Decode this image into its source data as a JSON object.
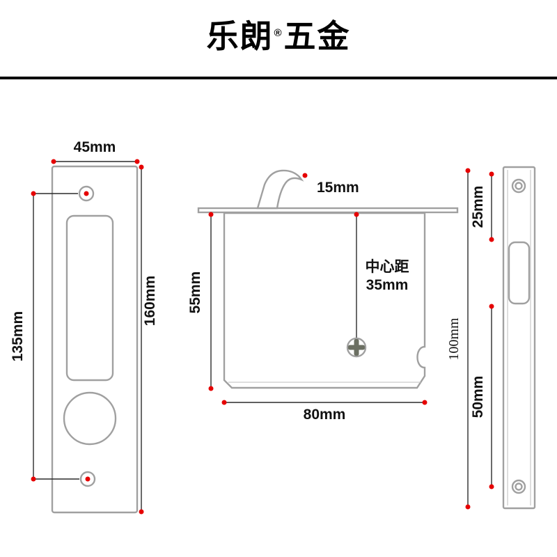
{
  "header": {
    "brand": "乐朗",
    "registered_mark": "®",
    "brand_suffix": "五金"
  },
  "faceplate": {
    "width_label": "45mm",
    "hole_spacing_label": "135mm",
    "height_label": "160mm"
  },
  "lock_body": {
    "hook_label": "15mm",
    "depth_label": "55mm",
    "center_distance_caption": "中心距",
    "center_distance_value": "35mm",
    "width_label": "80mm"
  },
  "strike_plate": {
    "top_label": "25mm",
    "bottom_label": "50mm",
    "height_label": "100mm"
  },
  "colors": {
    "dimension_dot": "#e60000",
    "dimension_line": "#2a2a2a",
    "part_outline": "#a0a0a0",
    "text": "#111111"
  }
}
